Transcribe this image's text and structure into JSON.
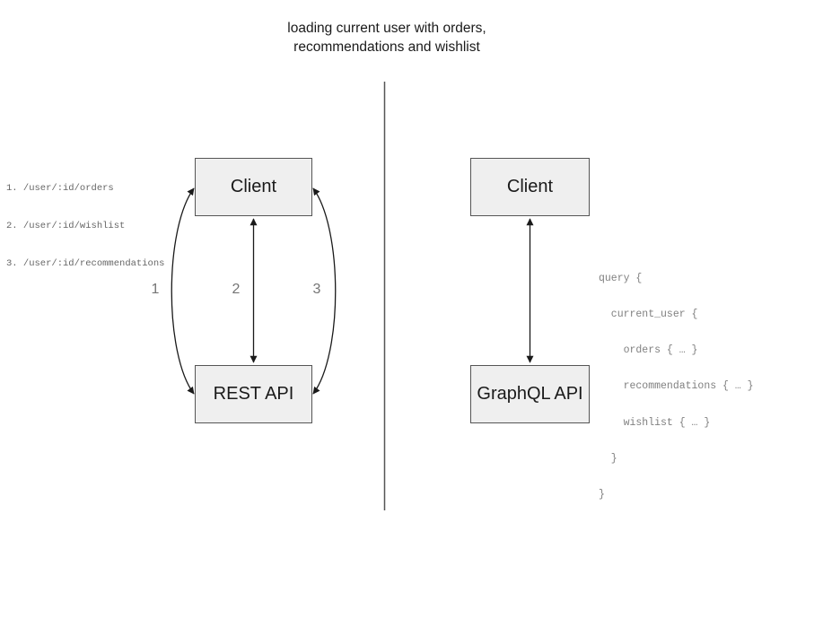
{
  "title": {
    "line1": "loading current user with orders,",
    "line2": "recommendations and wishlist"
  },
  "rest_side": {
    "endpoint_list": {
      "lines": [
        "1. /user/:id/orders",
        "2. /user/:id/wishlist",
        "3. /user/:id/recommendations"
      ]
    },
    "client_box_label": "Client",
    "api_box_label": "REST API",
    "arrow_labels": {
      "left_curve": "1",
      "middle_line": "2",
      "right_curve": "3"
    }
  },
  "graphql_side": {
    "client_box_label": "Client",
    "api_box_label": "GraphQL API",
    "query": {
      "lines": [
        "query {",
        "  current_user {",
        "    orders { … }",
        "    recommendations { … }",
        "    wishlist { … }",
        "  }",
        "}"
      ]
    }
  },
  "colors": {
    "background": "#ffffff",
    "box_fill": "#efefef",
    "box_border": "#555555",
    "arrow": "#1a1a1a",
    "divider": "#555555",
    "number_label_text": "#757575",
    "endpoint_text": "#666666",
    "query_text": "#808080",
    "title_text": "#1a1a1a"
  }
}
